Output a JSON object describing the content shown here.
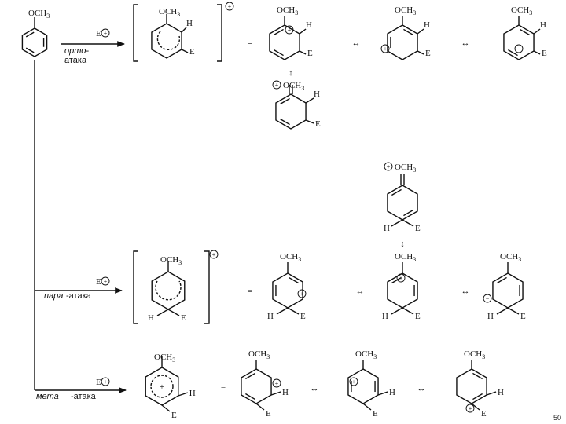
{
  "substituent": "OCH",
  "subscript": "3",
  "h_atom": "H",
  "electrophile": "E",
  "attack_reagent": "E",
  "attacks": {
    "ortho": {
      "line1": "орто-",
      "line2": "атака"
    },
    "para": {
      "italic": "пара",
      "rest": "-атака"
    },
    "meta": {
      "italic": "мета",
      "rest": "-атака"
    }
  },
  "symbols": {
    "equals": "=",
    "resonance": "↔",
    "vertical_resonance": "↕",
    "plus": "+",
    "minus": "−"
  },
  "page_number": "50"
}
